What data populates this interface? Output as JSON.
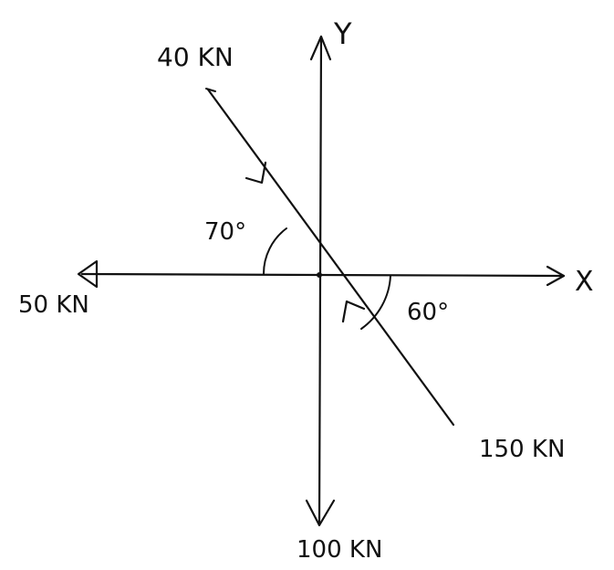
{
  "diagram": {
    "axes": {
      "x_label": "X",
      "y_label": "Y"
    },
    "forces": [
      {
        "id": "f40",
        "label": "40 KN"
      },
      {
        "id": "f50",
        "label": "50 KN"
      },
      {
        "id": "f100",
        "label": "100 KN"
      },
      {
        "id": "f150",
        "label": "150 KN"
      }
    ],
    "angles": [
      {
        "id": "a70",
        "label": "70°"
      },
      {
        "id": "a60",
        "label": "60°"
      }
    ],
    "colors": {
      "ink": "#111111",
      "paper": "#ffffff"
    }
  }
}
